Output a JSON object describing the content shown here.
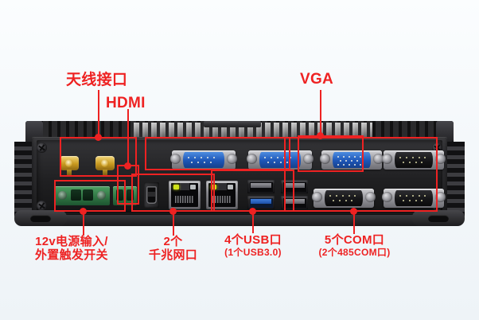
{
  "image": {
    "subject": "industrial-mini-pc-rear-io-panel",
    "background_color": "#f4f8fb",
    "annotation_color": "#ee2222"
  },
  "annotations": [
    {
      "id": "antenna",
      "label": "天线接口",
      "sub": "",
      "name": "annotation-antenna"
    },
    {
      "id": "hdmi",
      "label": "HDMI",
      "sub": "",
      "name": "annotation-hdmi"
    },
    {
      "id": "vga",
      "label": "VGA",
      "sub": "",
      "name": "annotation-vga"
    },
    {
      "id": "power",
      "label": "12v电源输入/",
      "sub": "外置触发开关",
      "name": "annotation-power-input"
    },
    {
      "id": "lan",
      "label": "2个",
      "sub": "千兆网口",
      "name": "annotation-gigabit-lan"
    },
    {
      "id": "usb",
      "label": "4个USB口",
      "sub": "(1个USB3.0)",
      "name": "annotation-usb"
    },
    {
      "id": "com",
      "label": "5个COM口",
      "sub": "(2个485COM口)",
      "name": "annotation-com"
    }
  ],
  "ports": {
    "antenna_count": 2,
    "hdmi_count": 1,
    "vga_count": 1,
    "lan_count": 2,
    "usb_count": 4,
    "usb3_count": 1,
    "com_count": 5,
    "com485_count": 2,
    "power_terminal": "12V green phoenix terminal + 2-pin trigger header"
  }
}
